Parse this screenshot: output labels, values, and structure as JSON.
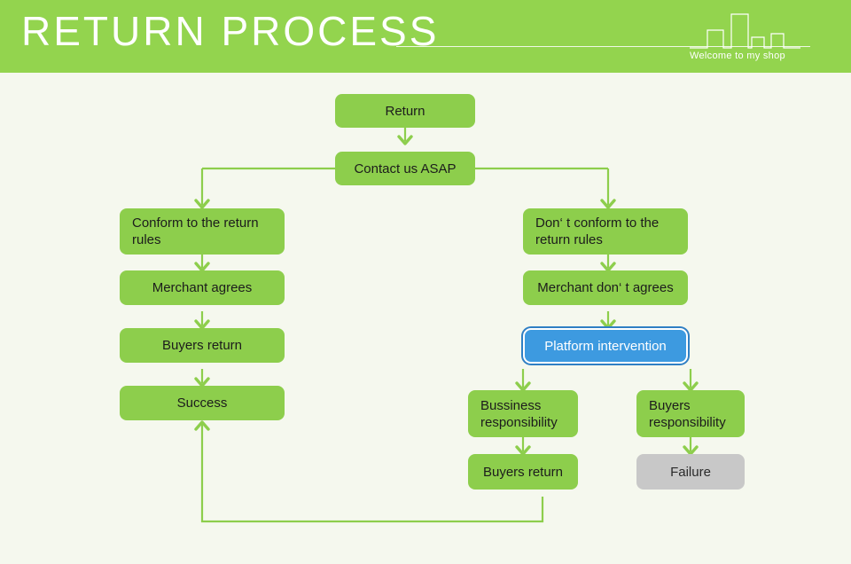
{
  "header": {
    "title": "RETURN PROCESS",
    "tagline": "Welcome to my shop",
    "bg_color": "#93d44e",
    "text_color": "#ffffff",
    "skyline_icon": "city-skyline-icon"
  },
  "theme": {
    "page_bg": "#f5f8ee",
    "node_green": "#8dce4c",
    "node_gray": "#c8c8c8",
    "node_blue": "#3d9ae0",
    "edge_green": "#8dce4c",
    "node_text": "#1c1c1c"
  },
  "flowchart": {
    "type": "flowchart",
    "title": "Return Process",
    "nodes": [
      {
        "id": "return",
        "label": "Return",
        "style": "green",
        "align": "center"
      },
      {
        "id": "contact",
        "label": "Contact us ASAP",
        "style": "green",
        "align": "center"
      },
      {
        "id": "conform",
        "label": "Conform to the return rules",
        "style": "green",
        "align": "left"
      },
      {
        "id": "merchant-agrees",
        "label": "Merchant agrees",
        "style": "green",
        "align": "center"
      },
      {
        "id": "buyers-return-l",
        "label": "Buyers return",
        "style": "green",
        "align": "center"
      },
      {
        "id": "success",
        "label": "Success",
        "style": "green",
        "align": "center"
      },
      {
        "id": "not-conform",
        "label": "Don‘ t conform to the return rules",
        "style": "green",
        "align": "left"
      },
      {
        "id": "merchant-disagree",
        "label": "Merchant don‘ t agrees",
        "style": "green",
        "align": "center"
      },
      {
        "id": "platform",
        "label": "Platform intervention",
        "style": "blue",
        "align": "center"
      },
      {
        "id": "business-resp",
        "label": "Bussiness responsibility",
        "style": "green",
        "align": "left"
      },
      {
        "id": "buyers-resp",
        "label": "Buyers responsibility",
        "style": "green",
        "align": "left"
      },
      {
        "id": "buyers-return-r",
        "label": "Buyers return",
        "style": "green",
        "align": "center"
      },
      {
        "id": "failure",
        "label": "Failure",
        "style": "gray",
        "align": "center"
      }
    ],
    "edges": [
      {
        "from": "return",
        "to": "contact"
      },
      {
        "from": "contact",
        "to": "conform"
      },
      {
        "from": "contact",
        "to": "not-conform"
      },
      {
        "from": "conform",
        "to": "merchant-agrees"
      },
      {
        "from": "merchant-agrees",
        "to": "buyers-return-l"
      },
      {
        "from": "buyers-return-l",
        "to": "success"
      },
      {
        "from": "not-conform",
        "to": "merchant-disagree"
      },
      {
        "from": "merchant-disagree",
        "to": "platform"
      },
      {
        "from": "platform",
        "to": "business-resp"
      },
      {
        "from": "platform",
        "to": "buyers-resp"
      },
      {
        "from": "business-resp",
        "to": "buyers-return-r"
      },
      {
        "from": "buyers-resp",
        "to": "failure"
      },
      {
        "from": "buyers-return-r",
        "to": "success"
      }
    ]
  }
}
